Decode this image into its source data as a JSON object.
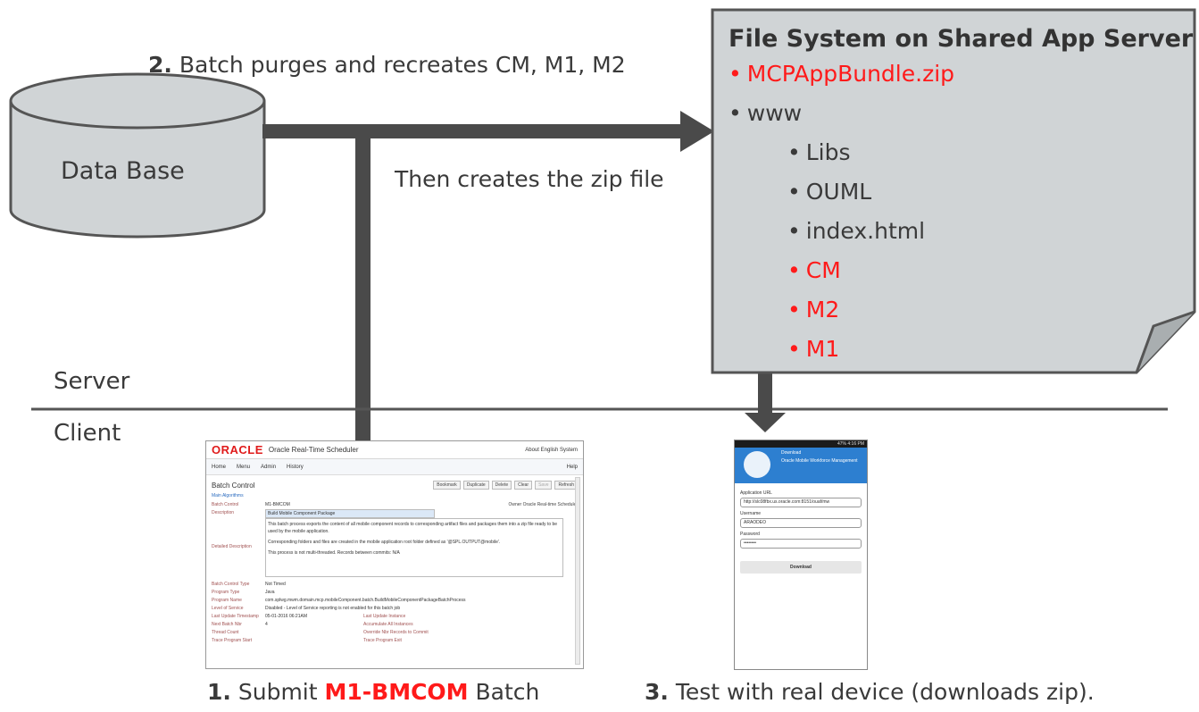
{
  "database": {
    "label": "Data Base"
  },
  "step2": {
    "number": "2.",
    "text": "Batch purges and recreates CM, M1, M2"
  },
  "zip_note": "Then creates the zip file",
  "file_system": {
    "title": "File System on Shared App Server",
    "items": [
      {
        "text": "MCPAppBundle.zip",
        "level": 0,
        "highlight": true
      },
      {
        "text": "www",
        "level": 0,
        "highlight": false
      },
      {
        "text": "Libs",
        "level": 1,
        "highlight": false
      },
      {
        "text": "OUML",
        "level": 1,
        "highlight": false
      },
      {
        "text": "index.html",
        "level": 1,
        "highlight": false
      },
      {
        "text": "CM",
        "level": 1,
        "highlight": true
      },
      {
        "text": "M2",
        "level": 1,
        "highlight": true
      },
      {
        "text": "M1",
        "level": 1,
        "highlight": true
      }
    ]
  },
  "zones": {
    "server": "Server",
    "client": "Client"
  },
  "step1": {
    "number": "1.",
    "prefix": "Submit",
    "code": "M1-BMCOM",
    "suffix": "Batch"
  },
  "step3": {
    "number": "3.",
    "text": "Test with real device (downloads zip)."
  },
  "colors": {
    "highlight": "#ff1a1a",
    "arrow": "#4a4a4a",
    "note_fill": "#d0d4d6",
    "text": "#3a3a3a"
  },
  "screenshot": {
    "logo": "ORACLE",
    "app": "Oracle Real-Time Scheduler",
    "header_right": "About  English System",
    "nav": [
      "Home",
      "Menu",
      "Admin",
      "History"
    ],
    "help": "Help",
    "page_title": "Batch Control",
    "buttons": [
      "Bookmark",
      "Duplicate",
      "Delete",
      "Clear",
      "Save",
      "Refresh"
    ],
    "tabs": "Main   Algorithms",
    "batch_control_label": "Batch Control",
    "batch_control_value": "M1-BMCOM",
    "owner": "Owner  Oracle Real-time Scheduler",
    "description_label": "Description",
    "description_value": "Build Mobile Component Package",
    "detailed_label": "Detailed Description",
    "detailed_1": "This batch process exports the content of all mobile component records to corresponding artifact files and packages them into a zip file ready to be used by the mobile application.",
    "detailed_2": "Corresponding folders and files are created in the mobile application root folder defined as '@SPL.OUTPUT@mobile'.",
    "detailed_3": "This process is not multi-threaded. Records between commits: N/A",
    "type_label": "Batch Control Type",
    "type_value": "Not Timed",
    "program_type_label": "Program Type",
    "program_type_value": "Java",
    "program_name_label": "Program Name",
    "program_name_value": "com.splwg.mwm.domain.mcp.mobileComponent.batch.BuildMobileComponentPackageBatchProcess",
    "level_label": "Level of Service",
    "level_value": "Disabled - Level of Service reporting is not enabled for this batch job",
    "last_update_label": "Last Update Timestamp",
    "last_update_value": "05-01-2016 06:21AM",
    "next_batch_label": "Next Batch Nbr",
    "next_batch_value": "4",
    "thread_label": "Thread Count",
    "trace_label": "Trace Program Start",
    "last_update_inst": "Last Update Instance",
    "accumulate": "Accumulate All Instances",
    "override": "Override Nbr Records to Commit",
    "trace_exit": "Trace Program Exit"
  },
  "phone": {
    "status": "47% 4:16 PM",
    "title": "Download",
    "subtitle": "Oracle Mobile Workforce Management",
    "url_label": "Application URL",
    "url_value": "http://slc08fbx.us.oracle.com:8151/ouaf/mw",
    "username_label": "Username",
    "username_value": "ARAODEO",
    "password_label": "Password",
    "password_value": "••••••••",
    "download": "Download"
  }
}
